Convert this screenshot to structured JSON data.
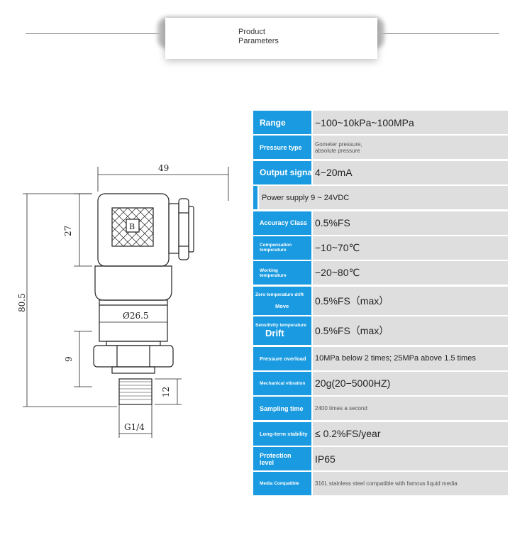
{
  "header": {
    "title_line1": "Product",
    "title_line2": "Parameters"
  },
  "drawing": {
    "dim_width": "49",
    "dim_top_height": "27",
    "dim_total_height": "80.5",
    "dim_diameter": "Ø26.5",
    "dim_hex_height": "9",
    "dim_thread_height": "12",
    "thread_label": "G1/4",
    "connector_mark": "B"
  },
  "specs": [
    {
      "label": "Range",
      "value": "−100~10kPa~100MPa"
    },
    {
      "label": "Pressure type",
      "value_line1": "Gometer pressure,",
      "value_line2": "absolute pressure"
    },
    {
      "label": "Output signal",
      "value": "4−20mA"
    },
    {
      "value": "Power supply 9 ~ 24VDC"
    },
    {
      "label": "Accuracy Class",
      "value": "0.5%FS"
    },
    {
      "label_line1": "Compensation",
      "label_line2": "temperature",
      "value": "−10~70℃"
    },
    {
      "label_line1": "Working",
      "label_line2": "temperature",
      "value": "−20~80℃"
    },
    {
      "label_line1": "Zero temperature drift",
      "label_line2": "Move",
      "value": "0.5%FS（max）"
    },
    {
      "label_line1": "Sensitivity temperature",
      "label_line2": "Drift",
      "value": "0.5%FS（max）"
    },
    {
      "label": "Pressure overload",
      "value": "10MPa below 2 times; 25MPa above 1.5 times"
    },
    {
      "label": "Mechanical vibration",
      "value": "20g(20−5000HZ)"
    },
    {
      "label": "Sampling time",
      "value": "2400 times a second"
    },
    {
      "label": "Long-term stability",
      "value": "≤ 0.2%FS/year"
    },
    {
      "label_line1": "Protection",
      "label_line2": "level",
      "value": "IP65"
    },
    {
      "label": "Media Compatible",
      "value": "316L stainless steel compatible with famous liquid media"
    }
  ],
  "colors": {
    "label_bg": "#1a9ae0",
    "value_bg": "#dedede"
  }
}
